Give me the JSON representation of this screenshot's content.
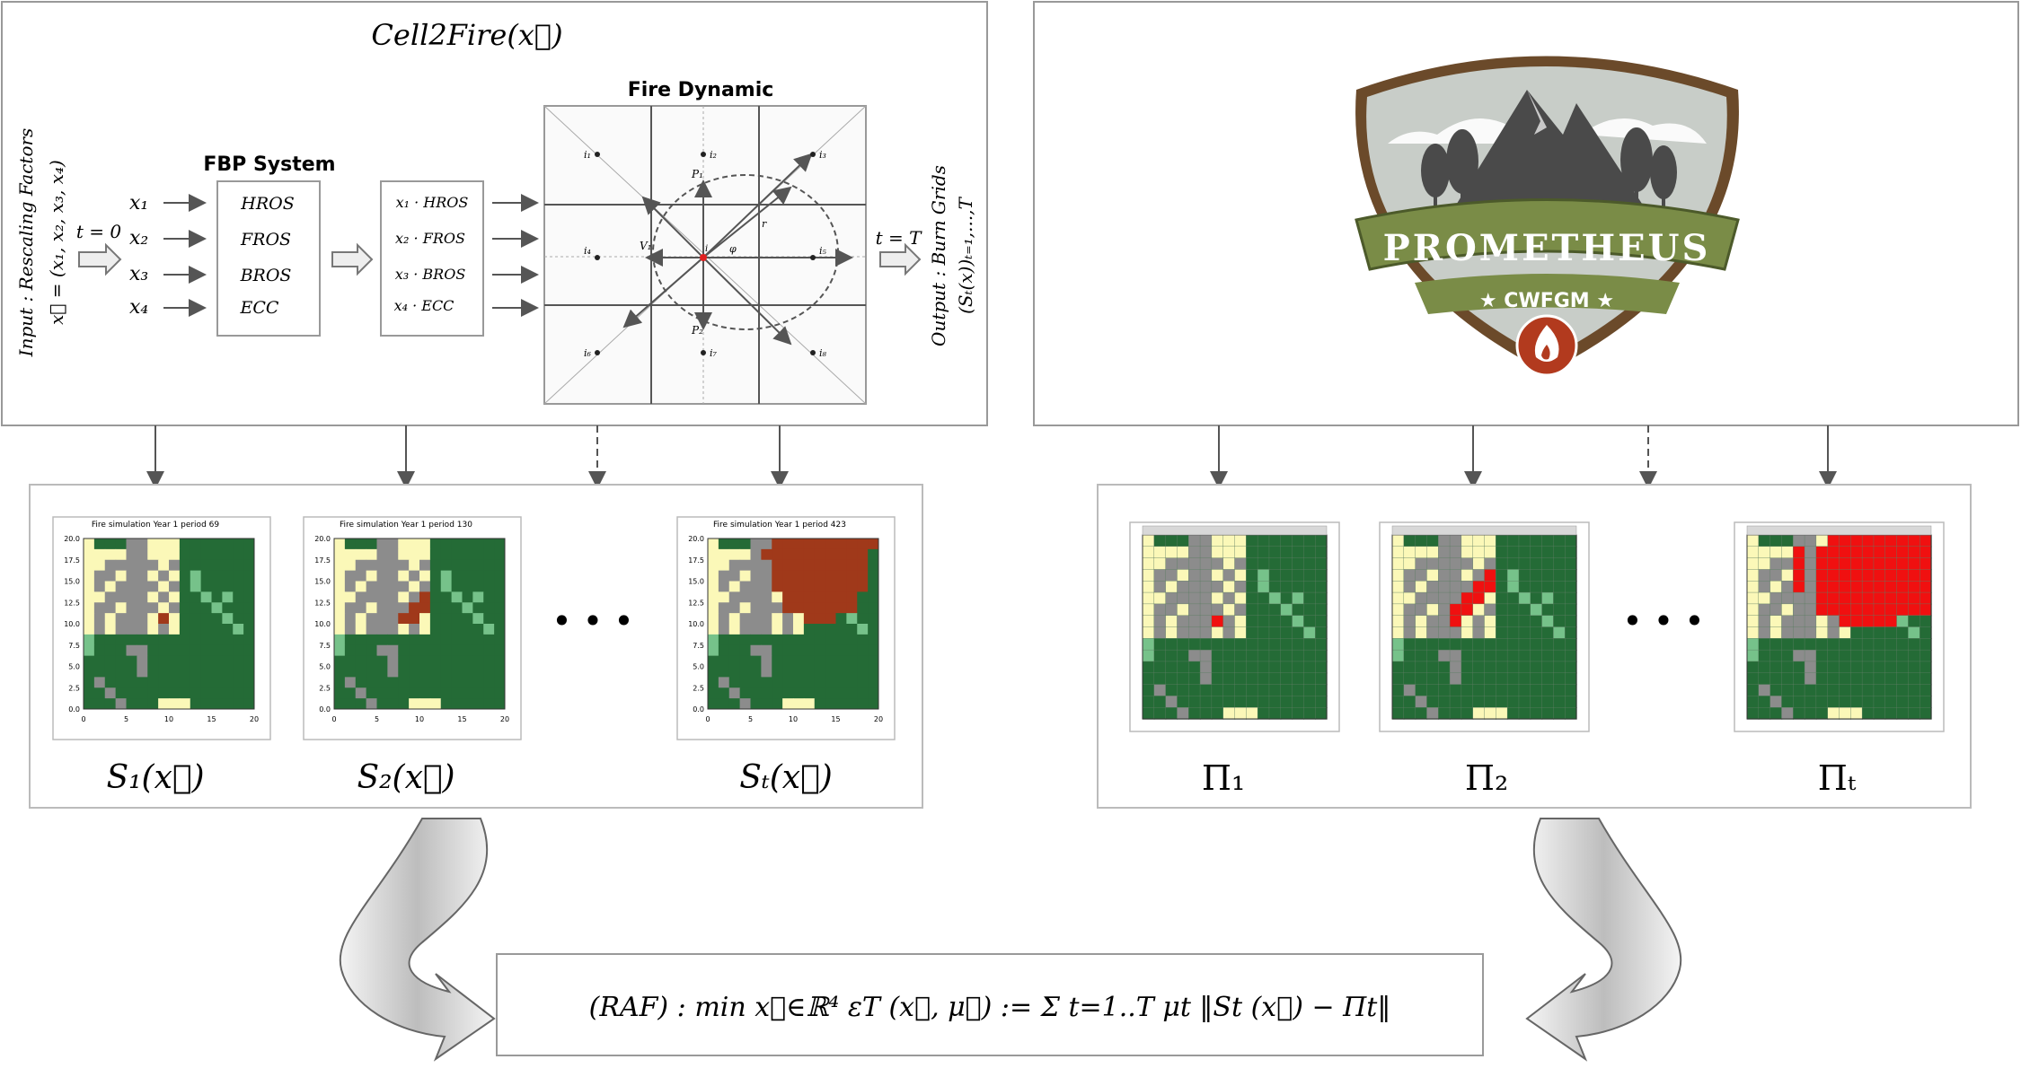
{
  "title": "Cell2Fire(x⃗)",
  "input_label": {
    "line1": "Input : Rescaling Factors",
    "line2": "x⃗ = (x₁, x₂, x₃, x₄)"
  },
  "t_zero": "t = 0",
  "t_T": "t = T",
  "inputs": [
    "x₁",
    "x₂",
    "x₃",
    "x₄"
  ],
  "fbp": {
    "title": "FBP System",
    "items": [
      "HROS",
      "FROS",
      "BROS",
      "ECC"
    ]
  },
  "scaled": [
    "x₁ · HROS",
    "x₂ · FROS",
    "x₃ · BROS",
    "x₄ · ECC"
  ],
  "fire_dynamic": {
    "title": "Fire Dynamic",
    "cells": [
      "i₁",
      "i₂",
      "i₃",
      "i₄",
      "i₅",
      "i₆",
      "i₇",
      "i₈"
    ],
    "points": [
      "P₁",
      "P₂",
      "V₁",
      "i",
      "r",
      "φ"
    ]
  },
  "output_label": {
    "line1": "Output : Burn Grids",
    "line2": "(Sₜ(x))ₜ₌₁,...,T"
  },
  "sim_titles": [
    "Fire simulation Year 1 period 69",
    "Fire simulation Year 1 period 130",
    "Fire simulation Year 1 period 423"
  ],
  "sim_labels": [
    "S₁(x⃗)",
    "S₂(x⃗)",
    "Sₜ(x⃗)"
  ],
  "axis_ticks": {
    "y": [
      "20.0",
      "17.5",
      "15.0",
      "12.5",
      "10.0",
      "7.5",
      "5.0",
      "2.5",
      "0.0"
    ],
    "x": [
      "0",
      "5",
      "10",
      "15",
      "20"
    ]
  },
  "ellipsis": "• • •",
  "logo": {
    "name": "PROMETHEUS",
    "sub": "★ CWFGM ★"
  },
  "pi_labels": [
    "Π₁",
    "Π₂",
    "Πₜ"
  ],
  "formula": "(RAF) : min x⃗∈ℝ⁴  εT (x⃗, μ⃗) := Σ t=1..T  μt ‖St (x⃗) − Πt‖",
  "colors": {
    "burn_sim": "#a0391a",
    "burn_prom": "#f01010",
    "forest": "#246b36",
    "light_green": "#76c28a",
    "gray": "#8c8c8c",
    "cream": "#fbf8b8",
    "logo_green": "#7a8c47",
    "logo_brown": "#6b4a2a"
  }
}
